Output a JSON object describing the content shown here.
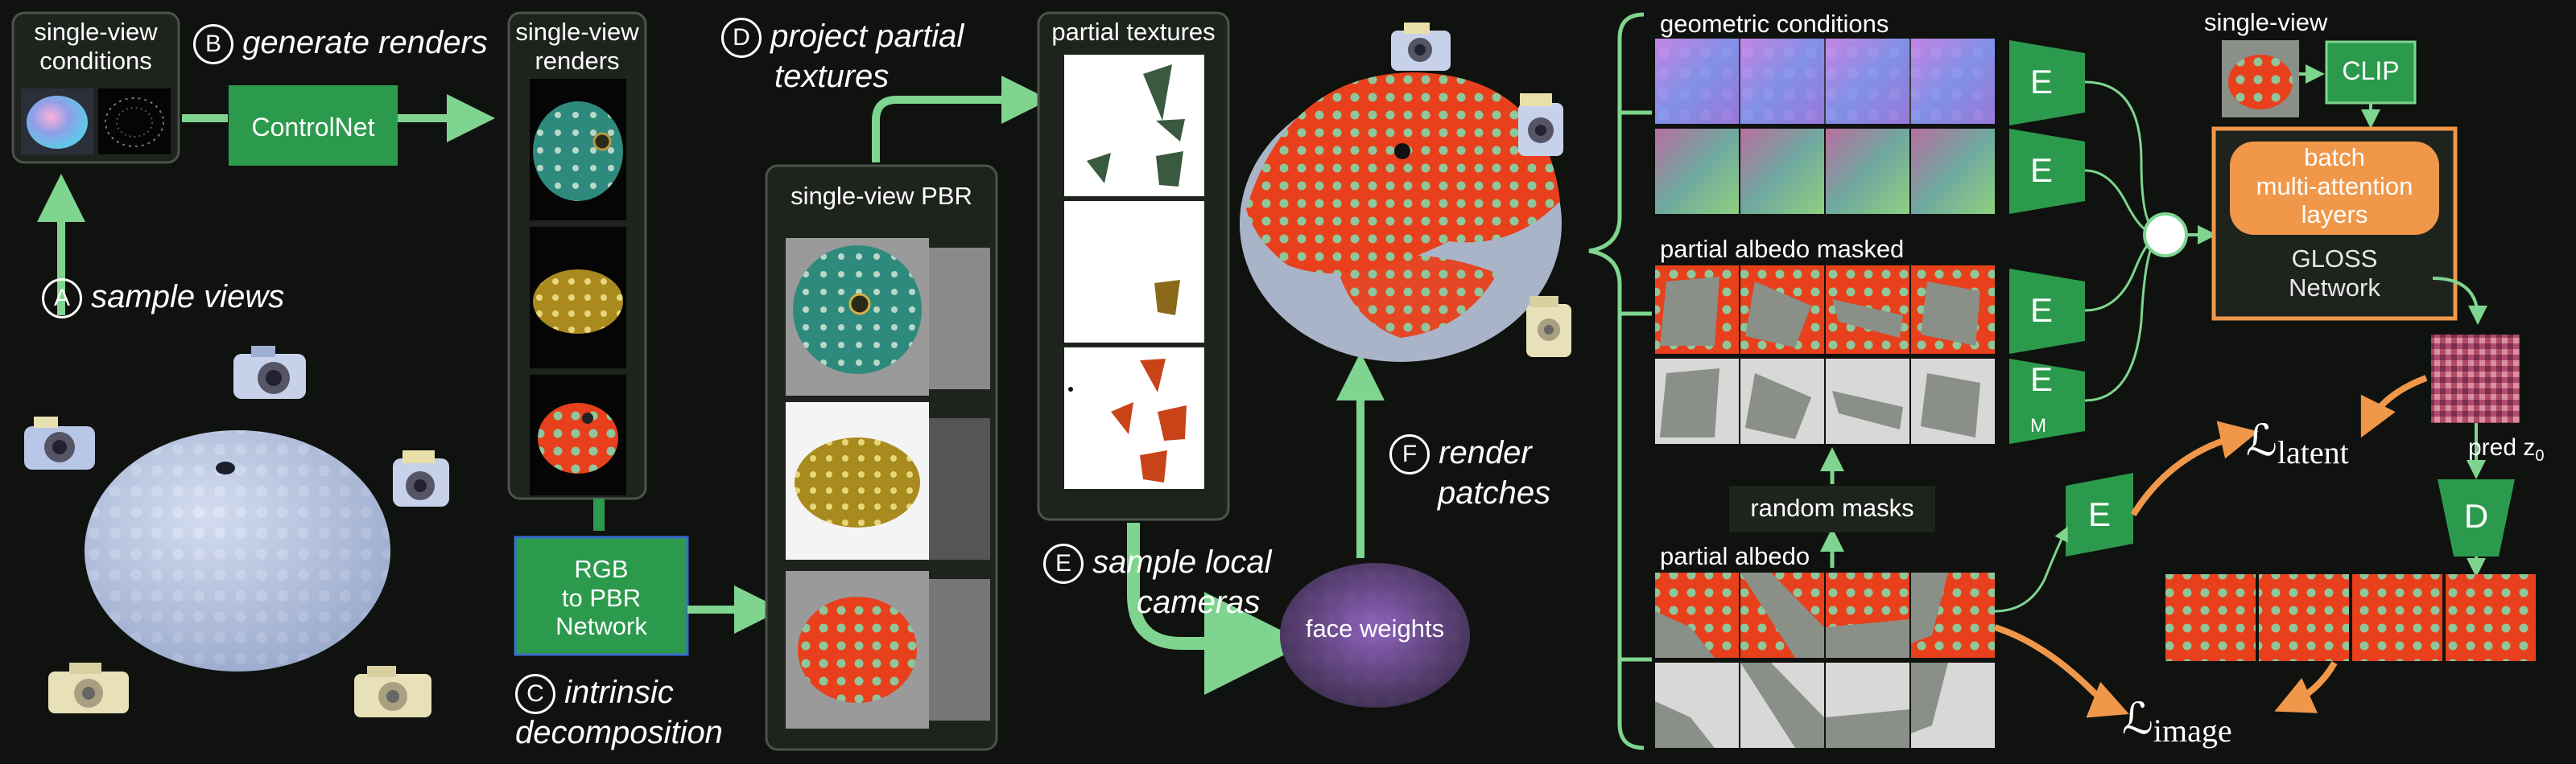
{
  "steps": {
    "A": {
      "letter": "A",
      "label": "sample views"
    },
    "B": {
      "letter": "B",
      "label": "generate renders"
    },
    "C": {
      "letter": "C",
      "label_line1": "intrinsic",
      "label_line2": "decomposition"
    },
    "D": {
      "letter": "D",
      "label_line1": "project partial",
      "label_line2": "textures"
    },
    "E": {
      "letter": "E",
      "label_line1": "sample local",
      "label_line2": "cameras"
    },
    "F": {
      "letter": "F",
      "label_line1": "render",
      "label_line2": "patches"
    }
  },
  "boxes": {
    "single_view_conditions": {
      "line1": "single-view",
      "line2": "conditions"
    },
    "controlnet": "ControlNet",
    "single_view_renders": {
      "line1": "single-view",
      "line2": "renders"
    },
    "rgb_to_pbr": {
      "line1": "RGB",
      "line2": "to PBR",
      "line3": "Network"
    },
    "single_view_pbr": "single-view PBR",
    "partial_textures": "partial textures",
    "face_weights": "face weights",
    "geometric_conditions": "geometric conditions",
    "partial_albedo_masked": "partial albedo masked",
    "random_masks": "random masks",
    "partial_albedo": "partial albedo",
    "single_view_top": "single-view",
    "clip": "CLIP",
    "batch_attention": {
      "line1": "batch",
      "line2": "multi-attention",
      "line3": "layers"
    },
    "gloss": {
      "line1": "GLOSS",
      "line2": "Network"
    },
    "pred": "pred z",
    "pred_sub": "0"
  },
  "encoders": {
    "e": "E",
    "em": "E",
    "em_sub": "M",
    "d": "D"
  },
  "losses": {
    "latent": {
      "symbol": "ℒ",
      "sub": "latent"
    },
    "image": {
      "symbol": "ℒ",
      "sub": "image"
    }
  },
  "colors": {
    "background": "#0f120e",
    "panel": "#1e231d",
    "panel_border": "#4d524c",
    "green_box": "#2c9a4d",
    "green_arrow": "#7fd58f",
    "orange": "#f0974a",
    "albedo_red": "#e8401c",
    "dot_green": "#8fc79b",
    "gray_mask": "#8a8f88"
  }
}
